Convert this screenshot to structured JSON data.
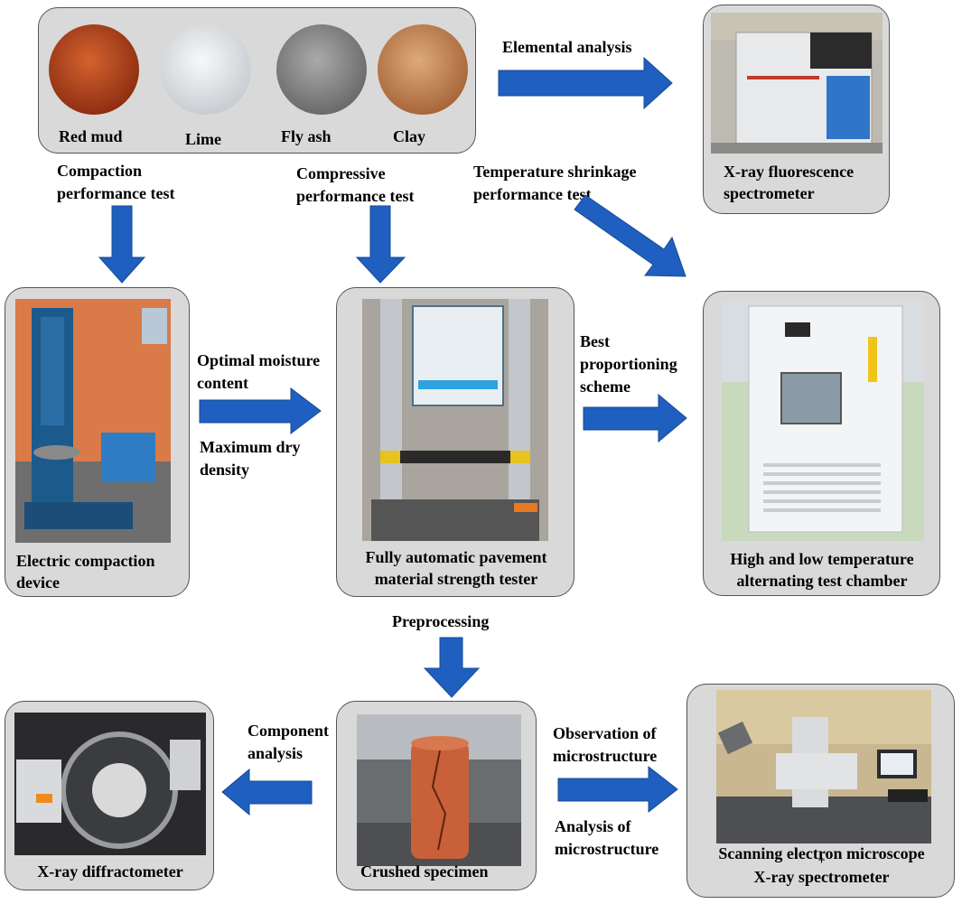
{
  "materials": {
    "red_mud": "Red mud",
    "lime": "Lime",
    "fly_ash": "Fly ash",
    "clay": "Clay",
    "colors": {
      "red_mud": "#b8451f",
      "lime": "#eef0f2",
      "fly_ash": "#8d8d8d",
      "clay": "#c98a5a"
    }
  },
  "nodes": {
    "xrf": "X-ray fluorescence spectrometer",
    "compaction": "Electric compaction device",
    "strength": "Fully automatic pavement material strength tester",
    "chamber": "High and low temperature alternating test chamber",
    "crushed": "Crushed specimen",
    "xrd": "X-ray diffractometer",
    "sem_line1": "Scanning electron microscope",
    "sem_plus": "+",
    "sem_line2": "X-ray spectrometer"
  },
  "edges": {
    "elemental": "Elemental analysis",
    "compaction_test": "Compaction performance test",
    "compressive_test": "Compressive performance test",
    "temp_test": "Temperature shrinkage performance test",
    "optimal": "Optimal moisture content",
    "max_dry": "Maximum dry density",
    "best": "Best proportioning scheme",
    "preprocessing": "Preprocessing",
    "component": "Component analysis",
    "observation": "Observation of microstructure",
    "analysis": "Analysis of microstructure"
  },
  "style": {
    "arrow_color": "#1f5fbf",
    "box_fill": "#d9d9d9"
  }
}
